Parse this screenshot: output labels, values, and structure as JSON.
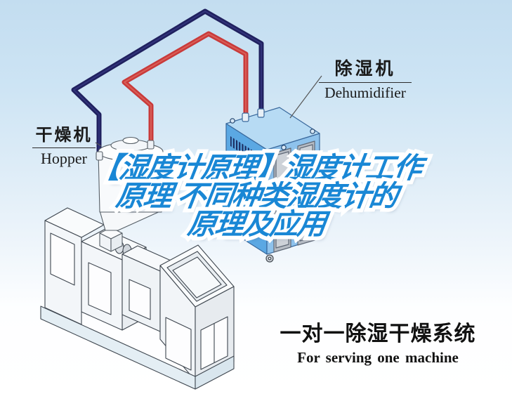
{
  "title_overlay": {
    "line1": "【湿度计原理】湿度计工作",
    "line2": "原理 不同种类湿度计的",
    "line3": "原理及应用",
    "fill_color": "#1987d5",
    "outline_color": "#ffffff"
  },
  "labels": {
    "dehumidifier_zh": "除湿机",
    "dehumidifier_en": "Dehumidifier",
    "hopper_zh": "干燥机",
    "hopper_en": "Hopper"
  },
  "caption": {
    "zh": "一对一除湿干燥系统",
    "en": "For serving one machine"
  },
  "palette": {
    "background_top": "#c3ddf0",
    "background_bottom": "#ffffff",
    "dry_air_pipe_red": "#c93a3a",
    "return_air_pipe_navy": "#20215f",
    "dehumidifier_left_face": "#5ba8e3",
    "dehumidifier_right_face": "#8ec2ec",
    "dehumidifier_top_face": "#b7dbf4",
    "machine_line_art": "#3f4750",
    "label_text": "#1a1a1a"
  }
}
